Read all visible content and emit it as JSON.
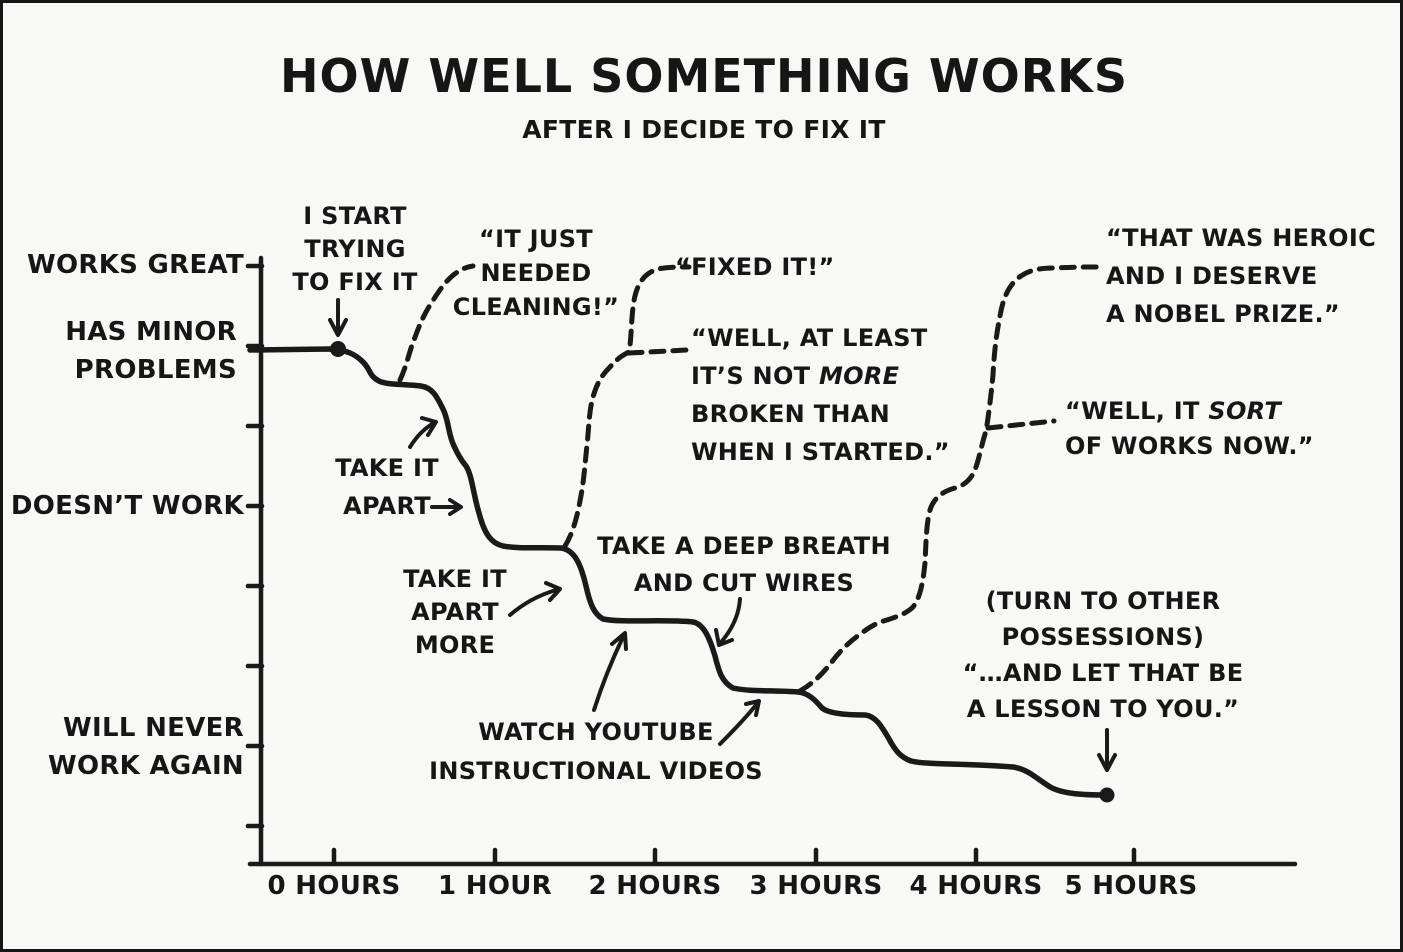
{
  "title": "HOW WELL SOMETHING WORKS",
  "subtitle": "AFTER I DECIDE TO FIX IT",
  "colors": {
    "ink": "#1a1a1a",
    "background": "#f8f8f6"
  },
  "y_axis": {
    "works_great": "WORKS GREAT",
    "has_minor_1": "HAS MINOR",
    "has_minor_2": "PROBLEMS",
    "doesnt_work": "DOESN’T WORK",
    "never_work_1": "WILL NEVER",
    "never_work_2": "WORK AGAIN"
  },
  "x_axis": {
    "t0": "0 HOURS",
    "t1": "1 HOUR",
    "t2": "2 HOURS",
    "t3": "3 HOURS",
    "t4": "4 HOURS",
    "t5": "5 HOURS"
  },
  "annotations": {
    "start": {
      "l1": "I START",
      "l2": "TRYING",
      "l3": "TO FIX IT"
    },
    "cleaning": {
      "l1": "“IT JUST",
      "l2": "NEEDED",
      "l3": "CLEANING!”"
    },
    "fixed": {
      "l1": "“FIXED IT!”"
    },
    "at_least": {
      "l1": "“WELL, AT LEAST",
      "l2a": "IT’S NOT ",
      "l2b": "MORE",
      "l3": "BROKEN THAN",
      "l4": "WHEN I STARTED.”"
    },
    "take_apart": {
      "l1": "TAKE IT",
      "l2": "APART"
    },
    "take_apart_more": {
      "l1": "TAKE IT",
      "l2": "APART",
      "l3": "MORE"
    },
    "deep_breath": {
      "l1": "TAKE A DEEP BREATH",
      "l2": "AND CUT WIRES"
    },
    "youtube": {
      "l1": "WATCH YOUTUBE",
      "l2": "INSTRUCTIONAL VIDEOS"
    },
    "heroic": {
      "l1": "“THAT WAS HEROIC",
      "l2": "AND I DESERVE",
      "l3": "A NOBEL PRIZE.”"
    },
    "sort_works": {
      "l1a": "“WELL, IT ",
      "l1b": "SORT",
      "l2": "OF WORKS NOW.”"
    },
    "possessions": {
      "l1": "(TURN TO OTHER",
      "l2": "POSSESSIONS)",
      "l3": "“…AND LET THAT BE",
      "l4": "A LESSON TO YOU.”"
    }
  },
  "chart_data": {
    "type": "line",
    "title": "HOW WELL SOMETHING WORKS",
    "subtitle": "AFTER I DECIDE TO FIX IT",
    "x_ticks": [
      "0 HOURS",
      "1 HOUR",
      "2 HOURS",
      "3 HOURS",
      "4 HOURS",
      "5 HOURS"
    ],
    "x_range_hours": [
      0,
      5
    ],
    "y_scale_note": "8 unlabeled-spacing ticks; level units 0-7 bottom to top",
    "y_tick_levels": {
      "7": "WORKS GREAT",
      "6": "HAS MINOR PROBLEMS",
      "4": "DOESN’T WORK",
      "1": "WILL NEVER WORK AGAIN"
    },
    "grid": false,
    "legend": false,
    "series": [
      {
        "name": "actual quality (solid line)",
        "style": "solid",
        "points_hours_level": [
          [
            0,
            5.95
          ],
          [
            0.3,
            5.5
          ],
          [
            0.55,
            5.0
          ],
          [
            0.8,
            4.5
          ],
          [
            1.05,
            3.5
          ],
          [
            1.4,
            3.5
          ],
          [
            1.55,
            3.0
          ],
          [
            1.7,
            2.6
          ],
          [
            2.2,
            2.55
          ],
          [
            2.4,
            1.8
          ],
          [
            2.55,
            1.7
          ],
          [
            2.9,
            1.7
          ],
          [
            3.1,
            1.4
          ],
          [
            3.3,
            1.4
          ],
          [
            3.6,
            0.8
          ],
          [
            4.2,
            0.75
          ],
          [
            4.6,
            0.4
          ],
          [
            4.85,
            0.4
          ]
        ],
        "start_dot": [
          0,
          5.95
        ],
        "end_dot": [
          4.85,
          0.4
        ]
      }
    ],
    "imagined_branches_dashed": [
      {
        "label": "“IT JUST NEEDED CLEANING!”",
        "from_hours_level": [
          0.42,
          5.5
        ],
        "to_hours_level": [
          0.85,
          7.0
        ]
      },
      {
        "label": "“FIXED IT!”",
        "from_hours_level": [
          1.45,
          3.5
        ],
        "to_hours_level": [
          2.2,
          7.0
        ]
      },
      {
        "label": "“WELL, AT LEAST IT’S NOT MORE BROKEN THAN WHEN I STARTED.”",
        "from_hours_level": [
          1.85,
          5.9
        ],
        "to_hours_level": [
          2.2,
          5.95
        ]
      },
      {
        "label": "“THAT WAS HEROIC AND I DESERVE A NOBEL PRIZE.”",
        "from_hours_level": [
          2.9,
          1.7
        ],
        "to_hours_level": [
          4.8,
          7.0
        ]
      },
      {
        "label": "“WELL, IT SORT OF WORKS NOW.”",
        "from_hours_level": [
          4.1,
          5.0
        ],
        "to_hours_level": [
          4.5,
          5.05
        ]
      }
    ],
    "event_annotations": [
      {
        "label": "I START TRYING TO FIX IT",
        "at_hours_level": [
          0,
          5.95
        ]
      },
      {
        "label": "TAKE IT APART",
        "at_hours_level": [
          0.65,
          4.8
        ]
      },
      {
        "label": "TAKE IT APART MORE",
        "at_hours_level": [
          1.45,
          3.4
        ]
      },
      {
        "label": "TAKE A DEEP BREATH AND CUT WIRES",
        "at_hours_level": [
          2.35,
          2.1
        ]
      },
      {
        "label": "WATCH YOUTUBE INSTRUCTIONAL VIDEOS",
        "at_hours_level": [
          1.9,
          2.5
        ]
      },
      {
        "label": "(TURN TO OTHER POSSESSIONS) “…AND LET THAT BE A LESSON TO YOU.”",
        "at_hours_level": [
          4.85,
          0.4
        ]
      }
    ]
  }
}
